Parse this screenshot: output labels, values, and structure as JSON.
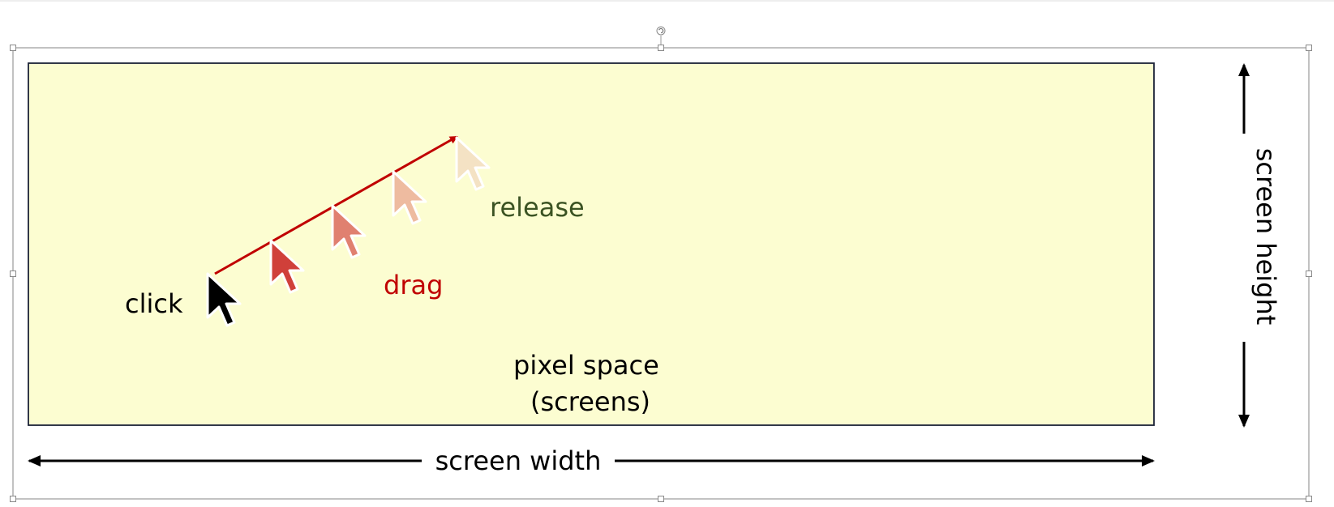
{
  "diagram": {
    "labels": {
      "click": "click",
      "drag": "drag",
      "release": "release",
      "pixel_space_line1": "pixel space",
      "pixel_space_line2": "(screens)",
      "screen_width": "screen width",
      "screen_height": "screen height"
    },
    "colors": {
      "panel_fill": "#fcfdd1",
      "panel_border": "#1b2236",
      "drag_line": "#c00000",
      "click_text": "#000000",
      "drag_text": "#c00000",
      "release_text": "#3b5323",
      "cursor_click": "#000000",
      "cursor_trail": [
        "#d0403a",
        "#e08070",
        "#eebba0",
        "#f4e2c4"
      ],
      "dimension_arrows": "#000000",
      "selection_frame": "#9a9a9a"
    },
    "icons": {
      "cursor": "mouse-pointer-icon",
      "rotate_handle": "rotate-handle-icon"
    }
  }
}
